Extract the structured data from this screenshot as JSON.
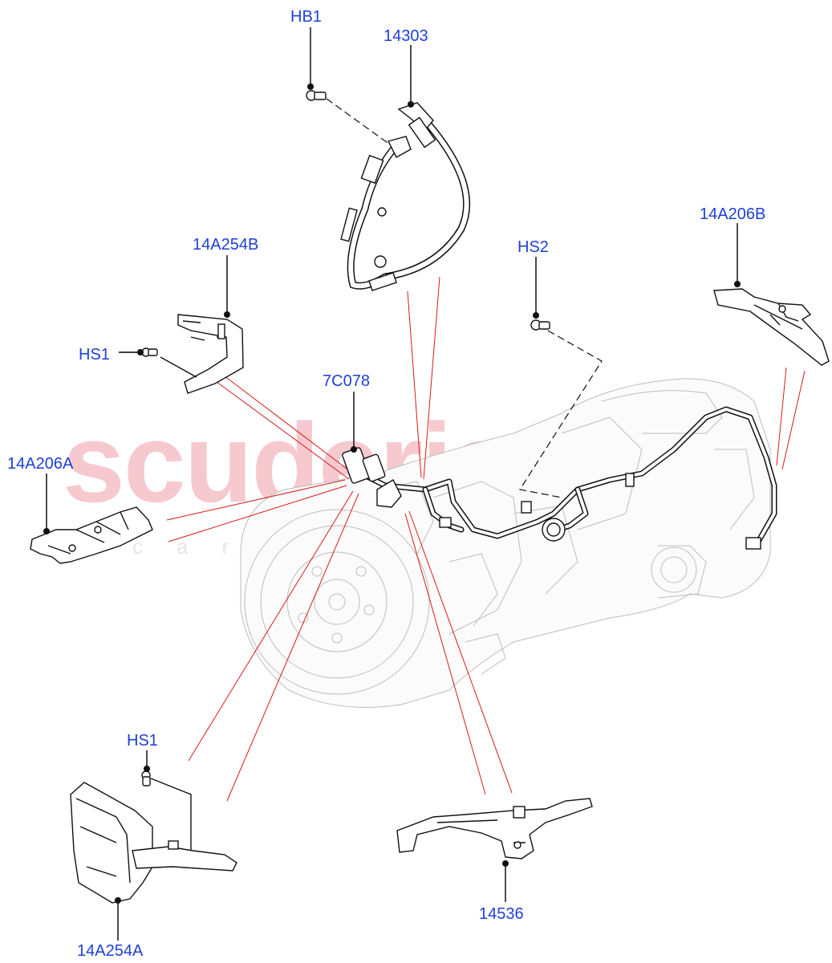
{
  "watermark": {
    "brand": "scuderia",
    "tagline": "car parts"
  },
  "callouts": {
    "hb1": "HB1",
    "p14303": "14303",
    "p14a254b": "14A254B",
    "hs1_top": "HS1",
    "hs2": "HS2",
    "p14a206b": "14A206B",
    "p7c078": "7C078",
    "p14a206a": "14A206A",
    "hs1_bottom": "HS1",
    "p14a254a": "14A254A",
    "p14536": "14536"
  },
  "colors": {
    "label": "#1f3fd6",
    "reference_lines": "#d81a1a",
    "watermark": "#f6c9cf"
  }
}
